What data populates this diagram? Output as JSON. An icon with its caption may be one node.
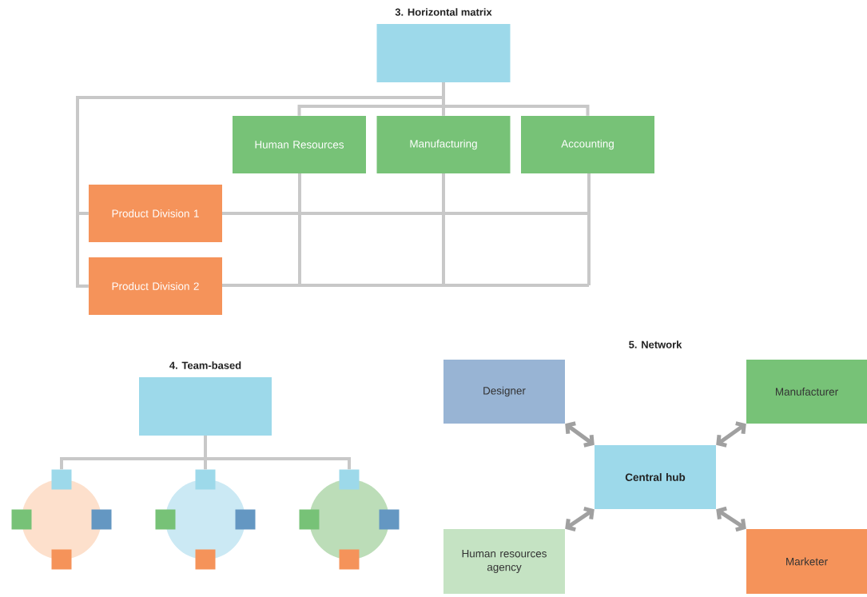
{
  "diagram": {
    "nodes": [
      {
        "text": [],
        "shape": "box"
      },
      {
        "text": [
          "Human Resources"
        ]
      },
      {
        "text": [
          "Manufacturing"
        ]
      },
      {
        "text": [
          "Accounting"
        ]
      },
      {
        "text": [
          "Product Division 1"
        ]
      },
      {
        "text": [
          "Product Division 2"
        ]
      },
      {
        "text": [],
        "shape": "box"
      },
      {
        "text": [],
        "shape": "circle"
      },
      {
        "text": [],
        "shape": "circle"
      },
      {
        "text": [],
        "shape": "circle"
      },
      {
        "text": [],
        "shape": "box"
      },
      {
        "text": [],
        "shape": "box"
      },
      {
        "text": [],
        "shape": "box"
      },
      {
        "text": [],
        "shape": "box"
      },
      {
        "text": [],
        "shape": "box"
      },
      {
        "text": [],
        "shape": "box"
      },
      {
        "text": [],
        "shape": "box"
      },
      {
        "text": [],
        "shape": "box"
      },
      {
        "text": [],
        "shape": "box"
      },
      {
        "text": [],
        "shape": "box"
      },
      {
        "text": [],
        "shape": "box"
      },
      {
        "text": [],
        "shape": "box"
      },
      {
        "text": [
          "Designer"
        ]
      },
      {
        "text": [
          "Manufacturer"
        ]
      },
      {
        "text": [
          "Central hub"
        ]
      },
      {
        "text": [
          "Human resources agency"
        ]
      },
      {
        "text": [
          "Marketer"
        ]
      }
    ],
    "edges": [
      {
        "from": 0,
        "to": 1,
        "arrow": "none"
      },
      {
        "from": 0,
        "to": 2,
        "arrow": "none"
      },
      {
        "from": 0,
        "to": 3,
        "arrow": "none"
      },
      {
        "from": 0,
        "to": 4,
        "arrow": "none"
      },
      {
        "from": 0,
        "to": 5,
        "arrow": "none"
      },
      {
        "from": 6,
        "to": 10,
        "arrow": "none"
      },
      {
        "from": 6,
        "to": 14,
        "arrow": "none"
      },
      {
        "from": 6,
        "to": 18,
        "arrow": "none"
      },
      {
        "from": 24,
        "to": 22,
        "arrow": "both",
        "color": "#a0a0a0"
      },
      {
        "from": 24,
        "to": 23,
        "arrow": "both",
        "color": "#a0a0a0"
      },
      {
        "from": 24,
        "to": 25,
        "arrow": "both",
        "color": "#a0a0a0"
      },
      {
        "from": 24,
        "to": 26,
        "arrow": "both",
        "color": "#a0a0a0"
      }
    ],
    "labels": [
      "3. Horizontal matrix",
      "4. Team-based",
      "5. Network"
    ]
  }
}
